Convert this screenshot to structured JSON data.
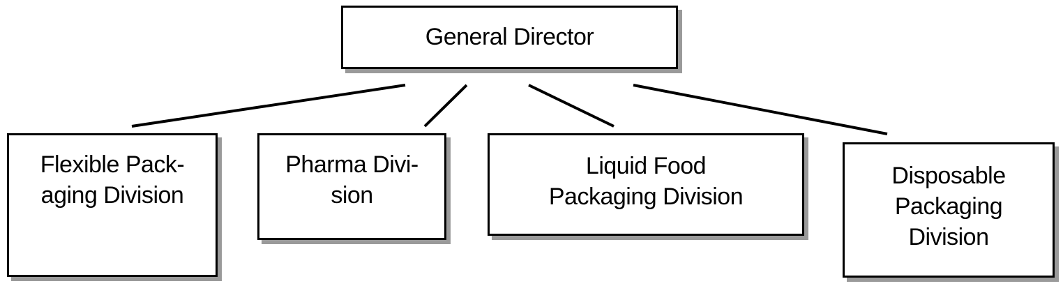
{
  "diagram": {
    "root": {
      "lines": [
        "General Director"
      ]
    },
    "divisions": [
      {
        "lines": [
          "Flexible Pack-",
          "aging Division"
        ]
      },
      {
        "lines": [
          "Pharma Divi-",
          "sion"
        ]
      },
      {
        "lines": [
          "Liquid Food",
          "Packaging Division"
        ]
      },
      {
        "lines": [
          "Disposable",
          "Packaging",
          "Division"
        ]
      }
    ]
  }
}
